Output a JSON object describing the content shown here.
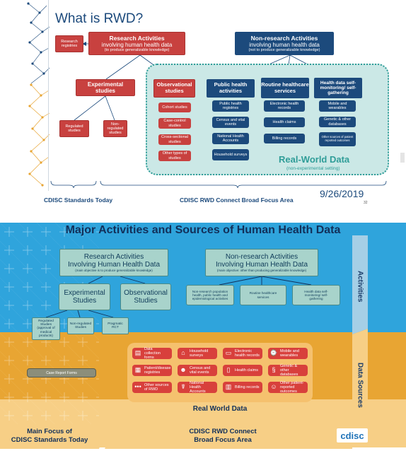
{
  "slide1": {
    "title": "What is RWD?",
    "research_registries": "Research registries",
    "research": {
      "title": "Research Activities",
      "line2": "involving human health data",
      "line3": "(to produce generalizable knowledge)"
    },
    "nonresearch": {
      "title": "Non-research Activities",
      "line2": "involving human health data",
      "line3": "(not to produce generalizable knowledge)"
    },
    "experimental": "Experimental studies",
    "observational": "Observational studies",
    "regulated": "Regulated studies",
    "nonregulated": "Non-regulated studies",
    "obs_items": [
      "Cohort studies",
      "Case-control studies",
      "Cross-sectional studies",
      "Other types of studies"
    ],
    "public_health": {
      "header": "Public health activities",
      "items": [
        "Public health registries",
        "Census and vital events",
        "National Health Accounts",
        "Household surveys"
      ]
    },
    "routine": {
      "header": "Routine healthcare services",
      "items": [
        "Electronic health records",
        "Health claims",
        "Billing records"
      ]
    },
    "self_gathering": {
      "header": "Health data self-monitoring/ self-gathering",
      "items": [
        "Mobile and wearables",
        "Genetic & other databases",
        "Other sources of patient reported outcomes"
      ]
    },
    "rwd_title": "Real-World Data",
    "rwd_sub": "(non-experimental setting)",
    "footer_left": "CDISC Standards Today",
    "footer_center": "CDISC RWD Connect Broad Focus Area",
    "date": "9/26/2019",
    "page": "32"
  },
  "slide2": {
    "title": "Major Activities and Sources of Human Health Data",
    "research": {
      "title1": "Research Activities",
      "title2": "Involving Human Health Data",
      "sub": "(main objective is to produce generalizable knowledge)"
    },
    "nonresearch": {
      "title1": "Non-research Activities",
      "title2": "Involving Human Health Data",
      "sub": "(main objective: other than producing generalizable knowledge)"
    },
    "experimental": {
      "line1": "Experimental",
      "line2": "Studies"
    },
    "observational": {
      "line1": "Observational",
      "line2": "Studies"
    },
    "regulated": "Regulated Studies (approval of medical products)",
    "nonregulated": "Non-regulated Studies",
    "pragmatic": "Pragmatic RCT",
    "np_population": "Non-research population health, public health and epidemiological activities",
    "routine": "Routine healthcare services",
    "self": "Health data self-monitoring/ self-gathering",
    "activities_label": "Activities",
    "data_sources_label": "Data Sources",
    "crf": "Case Report Forms",
    "sources": [
      {
        "label": "Data collection forms",
        "icon": "clipboard-icon",
        "glyph": "▤"
      },
      {
        "label": "Household surveys",
        "icon": "house-icon",
        "glyph": "⌂"
      },
      {
        "label": "Electronic health records",
        "icon": "monitor-icon",
        "glyph": "▭"
      },
      {
        "label": "Mobile and wearables",
        "icon": "watch-icon",
        "glyph": "⌚"
      },
      {
        "label": "Patient/disease registries",
        "icon": "grid-icon",
        "glyph": "▦"
      },
      {
        "label": "Census and vital events",
        "icon": "people-icon",
        "glyph": "☻"
      },
      {
        "label": "Health claims",
        "icon": "document-icon",
        "glyph": "▯"
      },
      {
        "label": "Genetic & other databases",
        "icon": "dna-icon",
        "glyph": "§"
      },
      {
        "label": "Other sources of RWD",
        "icon": "dots-icon",
        "glyph": "•••"
      },
      {
        "label": "National Health Accounts",
        "icon": "caduceus-icon",
        "glyph": "☤"
      },
      {
        "label": "Billing records",
        "icon": "receipt-icon",
        "glyph": "▥"
      },
      {
        "label": "Other patient-reported outcomes",
        "icon": "person-chat-icon",
        "glyph": "☺"
      }
    ],
    "rwd_label": "Real World Data",
    "footer_left1": "Main Focus of",
    "footer_left2": "CDISC Standards Today",
    "footer_right1": "CDISC RWD Connect",
    "footer_right2": "Broad Focus Area",
    "logo": "cdisc"
  },
  "colors": {
    "red": "#c8413f",
    "navy": "#1c4a7c",
    "teal": "#2f9d98",
    "sky": "#2fa4dc",
    "orange": "#e8a533",
    "chip": "#d8403c"
  }
}
